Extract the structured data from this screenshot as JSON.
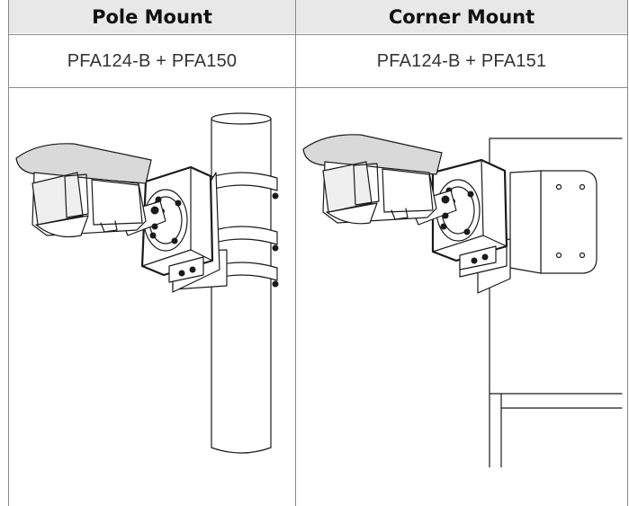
{
  "table": {
    "columns": [
      {
        "header": "Pole Mount",
        "model": "PFA124-B + PFA150",
        "figure": "pole-mount-illustration"
      },
      {
        "header": "Corner Mount",
        "model": "PFA124-B + PFA151",
        "figure": "corner-mount-illustration"
      }
    ]
  },
  "colors": {
    "header_bg": "#e8e8e8",
    "border": "#8a8a8a",
    "line_art": "#1a1a1a"
  }
}
